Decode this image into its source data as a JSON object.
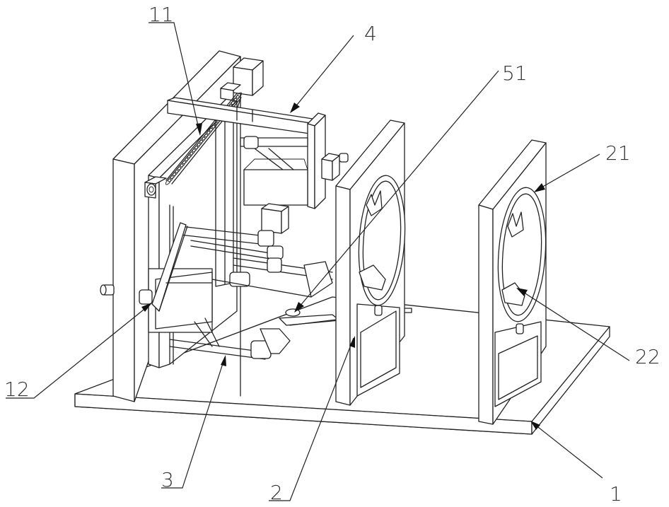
{
  "figure": {
    "kind": "patent-mechanical-drawing",
    "line_color": "#222222",
    "background": "#ffffff"
  },
  "labels": {
    "base_plate": "1",
    "positioning_frame": "2",
    "clamp_assembly": "3",
    "top_beam": "4",
    "lead_screw": "11",
    "slider_block": "12",
    "ring_holder": "21",
    "clamp_jaw": "22",
    "nozzle": "51"
  }
}
